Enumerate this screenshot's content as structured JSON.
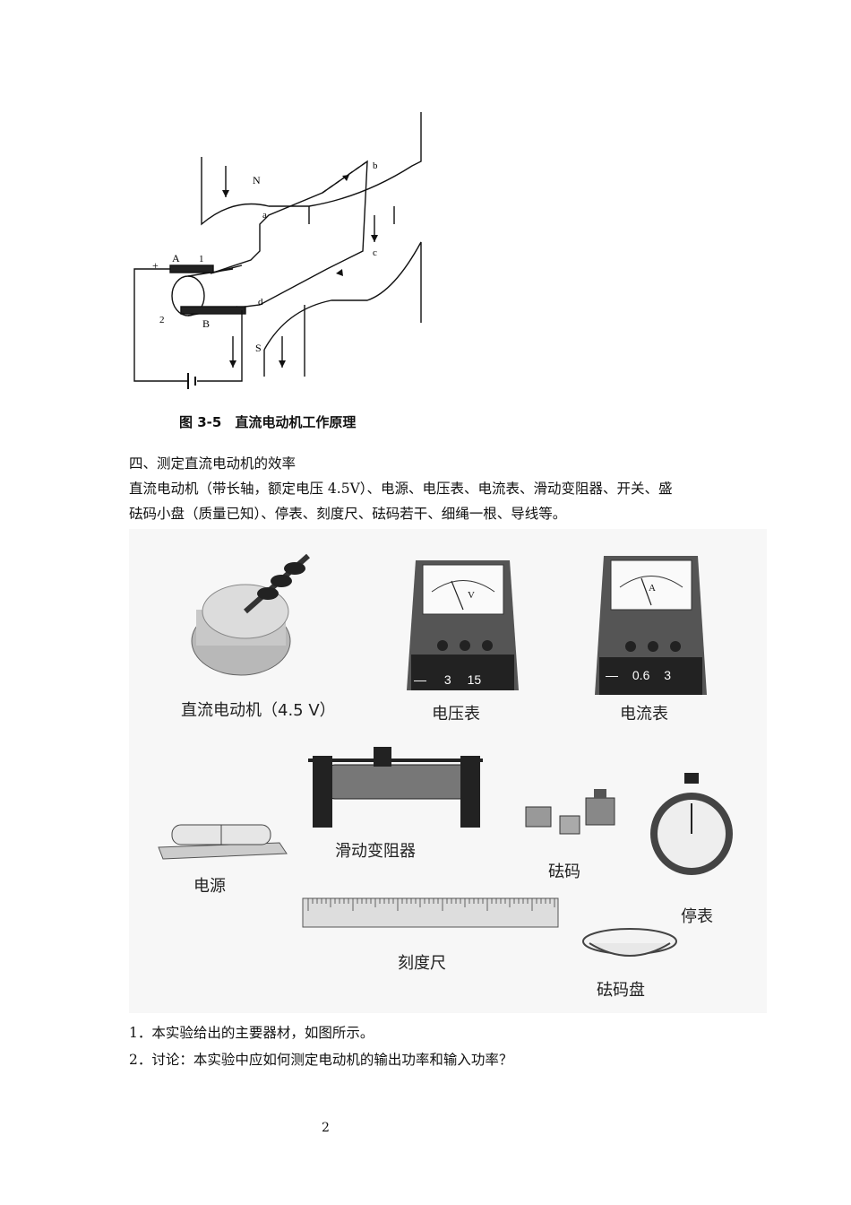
{
  "figure": {
    "caption": "图 3-5　直流电动机工作原理",
    "labels": {
      "n": "N",
      "s": "S",
      "a": "a",
      "b": "b",
      "c": "c",
      "d": "d",
      "A": "A",
      "B": "B",
      "one": "1",
      "two": "2",
      "plus": "+"
    }
  },
  "section": {
    "heading": "四、测定直流电动机的效率",
    "line1": "直流电动机（带长轴，额定电压 4.5V）、电源、电压表、电流表、滑动变阻器、开关、盛",
    "line2": "砝码小盘（质量已知）、停表、刻度尺、砝码若干、细绳一根、导线等。"
  },
  "equipment": {
    "motor": "直流电动机（4.5 V）",
    "voltmeter": "电压表",
    "voltmeter_terminals": [
      "—",
      "3",
      "15"
    ],
    "voltmeter_unit": "V",
    "ammeter": "电流表",
    "ammeter_terminals": [
      "—",
      "0.6",
      "3"
    ],
    "ammeter_unit": "A",
    "rheostat": "滑动变阻器",
    "power": "电源",
    "weights": "砝码",
    "stopwatch": "停表",
    "ruler": "刻度尺",
    "pan": "砝码盘"
  },
  "questions": {
    "q1": "1．本实验给出的主要器材，如图所示。",
    "q2": "2．讨论：本实验中应如何测定电动机的输出功率和输入功率？"
  },
  "page_number": "2"
}
